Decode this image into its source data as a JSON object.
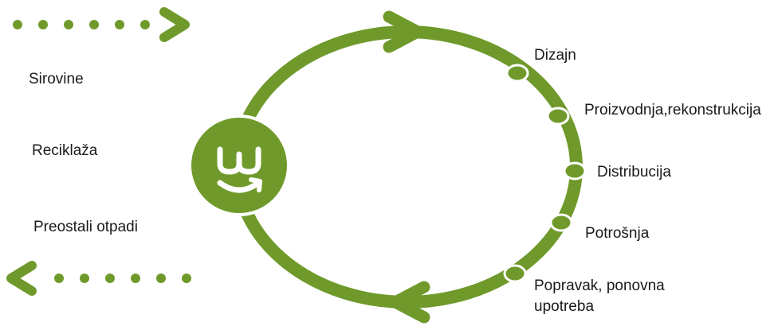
{
  "diagram": {
    "accent_color": "#6f9a2b",
    "node_fill": "#6f9a2b",
    "node_stroke": "#ffffff",
    "logo_glyph_color": "#ffffff",
    "left_labels": {
      "sirovine": "Sirovine",
      "reciklaza": "Reciklaža",
      "preostali_otpadi": "Preostali otpadi"
    },
    "stages": [
      {
        "name": "Dizajn"
      },
      {
        "name": "Proizvodnja,rekonstrukcija"
      },
      {
        "name": "Distribucija"
      },
      {
        "name": "Potrošnja"
      },
      {
        "name": "Popravak, ponovna upotreba"
      }
    ],
    "icons": {
      "top_arrow": "arrow-right-icon",
      "bottom_arrow": "arrow-left-icon",
      "inflow": "dotted-arrow-right-icon",
      "outflow": "dotted-arrow-left-icon",
      "logo": "wemake-smile-logo-icon"
    }
  }
}
